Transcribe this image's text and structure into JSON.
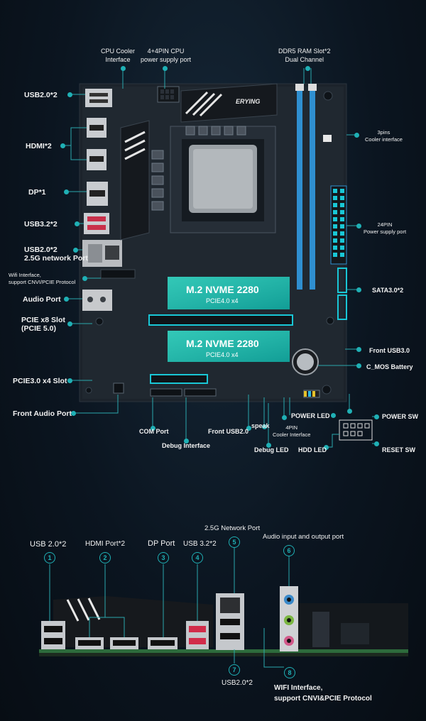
{
  "board": {
    "brand": "ERYING",
    "m2_title": "M.2 NVME 2280",
    "m2_sub": "PCIE4.0 x4"
  },
  "top_labels": {
    "usb2_top": "USB2.0*2",
    "hdmi": "HDMI*2",
    "dp": "DP*1",
    "usb32": "USB3.2*2",
    "usb2_lan": "USB2.0*2\n2.5G network Port",
    "wifi": "Wifi Interface,\nsupport CNVI/PCIE Protocol",
    "audio": "Audio Port",
    "pcie_x8": "PCIE x8 Slot\n(PCIE 5.0)",
    "pcie3": "PCIE3.0 x4 Slot",
    "front_audio": "Front Audio Port",
    "com": "COM Port",
    "debug_iface": "Debug Interface",
    "front_usb2": "Front USB2.0",
    "speak": "speak",
    "cooler_4pin": "4PIN\nCooler Interface",
    "debug_led": "Debug LED",
    "hdd_led": "HDD LED",
    "power_led": "POWER LED",
    "power_sw": "POWER SW",
    "reset_sw": "RESET SW",
    "cpu_cooler": "CPU Cooler\nInterface",
    "cpu_power": "4+4PIN CPU\npower supply port",
    "ddr5": "DDR5 RAM Slot*2\nDual Channel",
    "cooler_3pin": "3pins\nCooler interface",
    "atx24": "24PIN\nPower supply port",
    "sata": "SATA3.0*2",
    "front_usb3": "Front USB3.0",
    "cmos": "C_MOS Battery"
  },
  "io_labels": {
    "usb20": "USB 2.0*2",
    "hdmi": "HDMI Port*2",
    "dp": "DP Port",
    "usb32": "USB 3.2*2",
    "lan": "2.5G Network Port",
    "audio": "Audio input and output port",
    "usb2_bottom": "USB2.0*2",
    "wifi": "WIFI Interface,\nsupport CNVI&PCIE Protocol"
  },
  "io_numbers": [
    "1",
    "2",
    "3",
    "4",
    "5",
    "6",
    "7",
    "8"
  ],
  "colors": {
    "accent": "#1fb0b5",
    "ram": "#2f8fd0",
    "pcie": "#19c7d6"
  }
}
